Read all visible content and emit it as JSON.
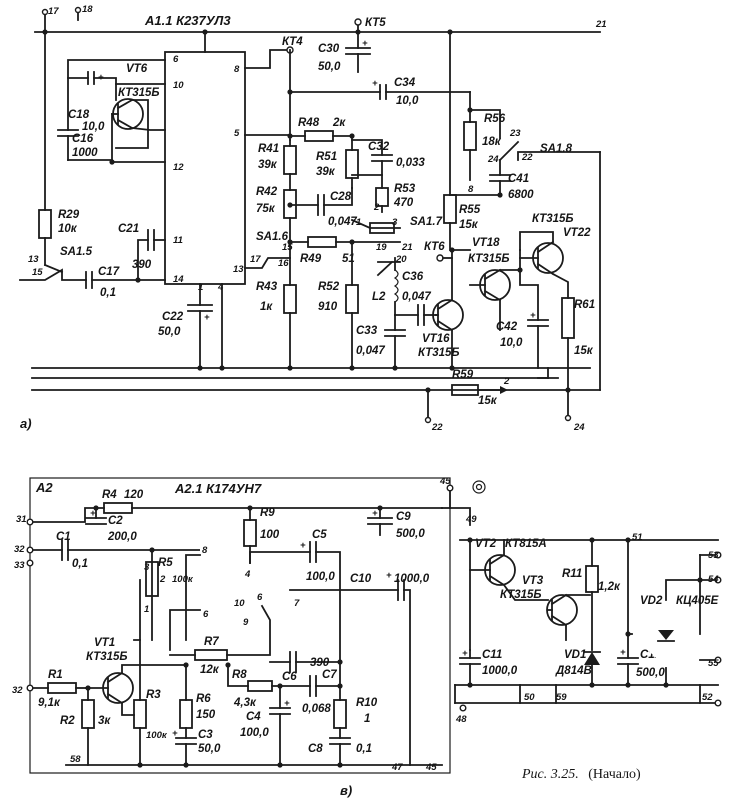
{
  "figure": {
    "caption_prefix": "Рис. 3.25.",
    "caption_suffix": "(Начало)",
    "part_a": "а)",
    "part_b": "в)"
  },
  "part_a": {
    "chip": "А1.1 К237УЛ3",
    "chip_pins": [
      "6",
      "10",
      "12",
      "11",
      "14",
      "8",
      "5",
      "13",
      "1",
      "4"
    ],
    "top_terminals": [
      "17",
      "18"
    ],
    "kt5": "КТ5",
    "kt4": "КТ4",
    "kt6": "КТ6",
    "line21": "21",
    "vt6": "VT6",
    "vt6_type": "КТ315Б",
    "c18": [
      "C18",
      "10,0"
    ],
    "c16": [
      "C16",
      "1000"
    ],
    "r29": [
      "R29",
      "10к"
    ],
    "sa15": "SA1.5",
    "sw15_pins": [
      "13",
      "15"
    ],
    "c17": [
      "C17",
      "0,1"
    ],
    "c21": [
      "C21",
      "390"
    ],
    "c22": [
      "C22",
      "50,0"
    ],
    "c30": [
      "C30",
      "50,0"
    ],
    "c34": [
      "C34",
      "10,0"
    ],
    "r48": [
      "R48",
      "2к"
    ],
    "r41": [
      "R41",
      "39к"
    ],
    "r51": [
      "R51",
      "39к"
    ],
    "c32": [
      "C32",
      "0,033"
    ],
    "r42": [
      "R42",
      "75к"
    ],
    "c28": [
      "C28",
      "0,047"
    ],
    "r53": [
      "R53",
      "470"
    ],
    "sa16": "SA1.6",
    "sa16_pins": [
      "17",
      "15",
      "16"
    ],
    "r49": [
      "R49",
      "51"
    ],
    "sa17": "SA1.7",
    "sa17_pins": [
      "1",
      "2",
      "3",
      "19",
      "21",
      "20"
    ],
    "r43": [
      "R43",
      "1к"
    ],
    "r52": [
      "R52",
      "910"
    ],
    "l2": "L2",
    "c36": [
      "C36",
      "0,047"
    ],
    "c33": [
      "C33",
      "0,047"
    ],
    "vt16": [
      "VT16",
      "КТ315Б"
    ],
    "r56": [
      "R56",
      "18к"
    ],
    "sa18": "SA1.8",
    "sa18_pins": [
      "23",
      "24",
      "22"
    ],
    "c41": [
      "C41",
      "6800"
    ],
    "pin8": "8",
    "r55": [
      "R55",
      "15к"
    ],
    "vt18": [
      "VT18",
      "КТ315Б"
    ],
    "vt22": [
      "VT22",
      "КТ315Б"
    ],
    "r61": [
      "R61",
      "15к"
    ],
    "c42": [
      "C42",
      "10,0"
    ],
    "r59": [
      "R59",
      "15к"
    ],
    "bottom_terminals": [
      "2",
      "22",
      "24"
    ]
  },
  "part_b": {
    "block": "А2",
    "chip": "А2.1 К174УН7",
    "r4": [
      "R4",
      "120"
    ],
    "c2": [
      "C2",
      "200,0"
    ],
    "pin45": "45",
    "c9": [
      "C9",
      "500,0"
    ],
    "c1": [
      "C1",
      "0,1"
    ],
    "in_pins": [
      "31",
      "32",
      "33"
    ],
    "r9": [
      "R9",
      "100"
    ],
    "c5": [
      "C5",
      "100,0"
    ],
    "c10": [
      "C10",
      "1000,0"
    ],
    "r5": [
      "R5",
      "100к"
    ],
    "chip_pins": [
      "8",
      "6",
      "4",
      "10",
      "6",
      "9",
      "7",
      "2",
      "3",
      "1"
    ],
    "r7": [
      "R7",
      "12к"
    ],
    "c6": [
      "C6",
      "390"
    ],
    "vt1": [
      "VT1",
      "КТ315Б"
    ],
    "r1": [
      "R1",
      "9,1к"
    ],
    "pin32b": "32",
    "r2": [
      "R2",
      "3к"
    ],
    "r3": [
      "R3",
      "100к"
    ],
    "r6": [
      "R6",
      "150"
    ],
    "c3": [
      "C3",
      "50,0"
    ],
    "r8": [
      "R8",
      "4,3к"
    ],
    "c4": [
      "C4",
      "100,0"
    ],
    "c7": [
      "C7",
      "0,068"
    ],
    "r10": [
      "R10",
      "1"
    ],
    "c8": [
      "C8",
      "0,1"
    ],
    "bottom_pins": [
      "58",
      "47",
      "45"
    ],
    "pin49": "49",
    "vt2": [
      "VT2",
      "КТ815А"
    ],
    "vt3": [
      "VT3",
      "КТ315Б"
    ],
    "r11": [
      "R11",
      "1,2к"
    ],
    "pin51": "51",
    "pin53": "53",
    "pin54": "54",
    "vd2": [
      "VD2",
      "КЦ405Е"
    ],
    "c11": [
      "C11",
      "1000,0"
    ],
    "vd1": [
      "VD1",
      "Д814В"
    ],
    "c12": [
      "C12",
      "500,0"
    ],
    "pin55": "55",
    "pin48": "48",
    "pin50": "50",
    "pin59": "59",
    "pin52": "52"
  }
}
